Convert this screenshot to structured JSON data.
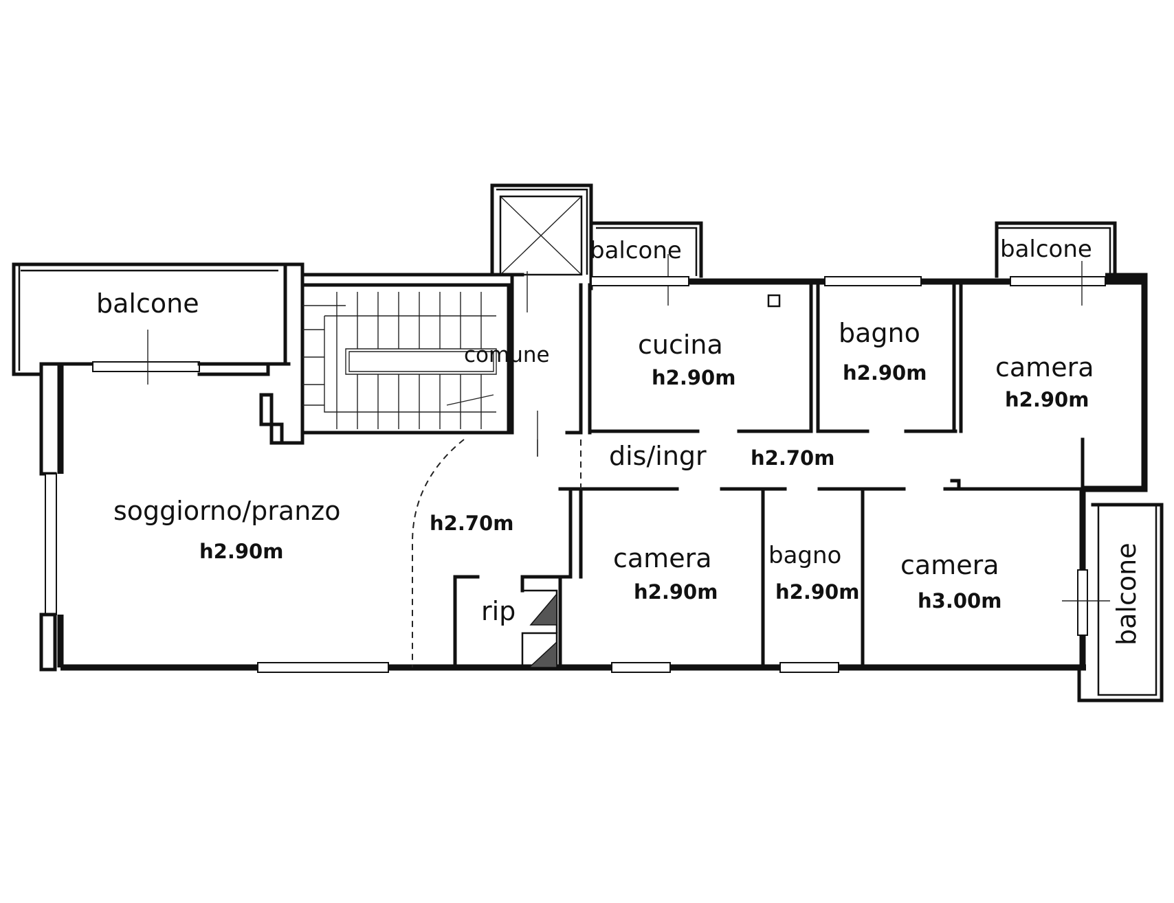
{
  "rooms": {
    "balcone_ovest": "balcone",
    "balcone_cucina": "balcone",
    "balcone_camera_nord": "balcone",
    "balcone_est": "balcone",
    "comune": "comune",
    "cucina": "cucina",
    "cucina_h": "h2.90m",
    "bagno_nord": "bagno",
    "bagno_nord_h": "h2.90m",
    "camera_nord": "camera",
    "camera_nord_h": "h2.90m",
    "disimpegno": "dis/ingr",
    "disimpegno_h": "h2.70m",
    "soggiorno": "soggiorno/pranzo",
    "soggiorno_h": "h2.90m",
    "ingresso_h": "h2.70m",
    "ripostiglio": "rip",
    "camera_sud": "camera",
    "camera_sud_h": "h2.90m",
    "bagno_sud": "bagno",
    "bagno_sud_h": "h2.90m",
    "camera_est": "camera",
    "camera_est_h": "h3.00m"
  }
}
